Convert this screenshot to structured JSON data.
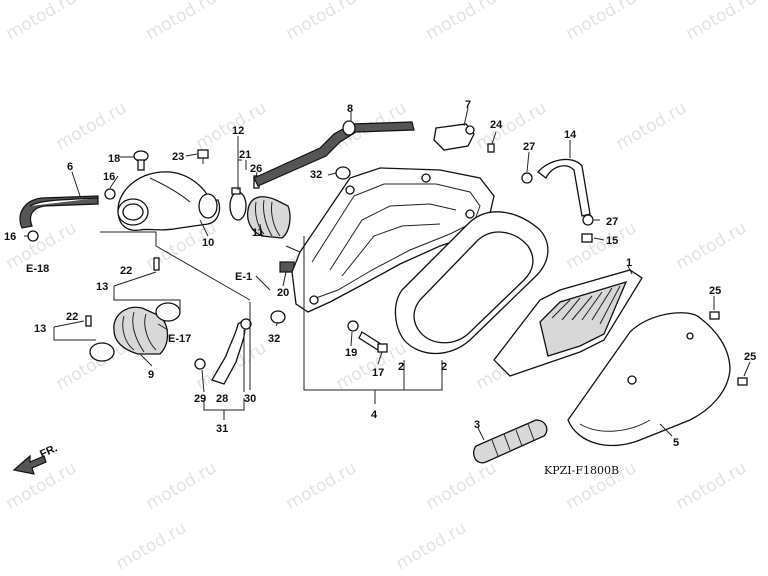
{
  "watermark": "motod.ru",
  "diagram_code": "KPZI-F1800B",
  "front_marker": "FR.",
  "connectors": [
    "E-18",
    "E-1",
    "E-17"
  ],
  "callouts": [
    "1",
    "2",
    "2",
    "3",
    "4",
    "5",
    "6",
    "7",
    "8",
    "9",
    "10",
    "11",
    "12",
    "13",
    "13",
    "14",
    "15",
    "16",
    "16",
    "17",
    "18",
    "19",
    "20",
    "21",
    "22",
    "22",
    "23",
    "24",
    "25",
    "25",
    "26",
    "27",
    "27",
    "28",
    "29",
    "30",
    "31",
    "32",
    "32"
  ],
  "colors": {
    "line": "#111111",
    "watermark": "#9a9a9a",
    "fill_gray": "#d8d8d8"
  }
}
